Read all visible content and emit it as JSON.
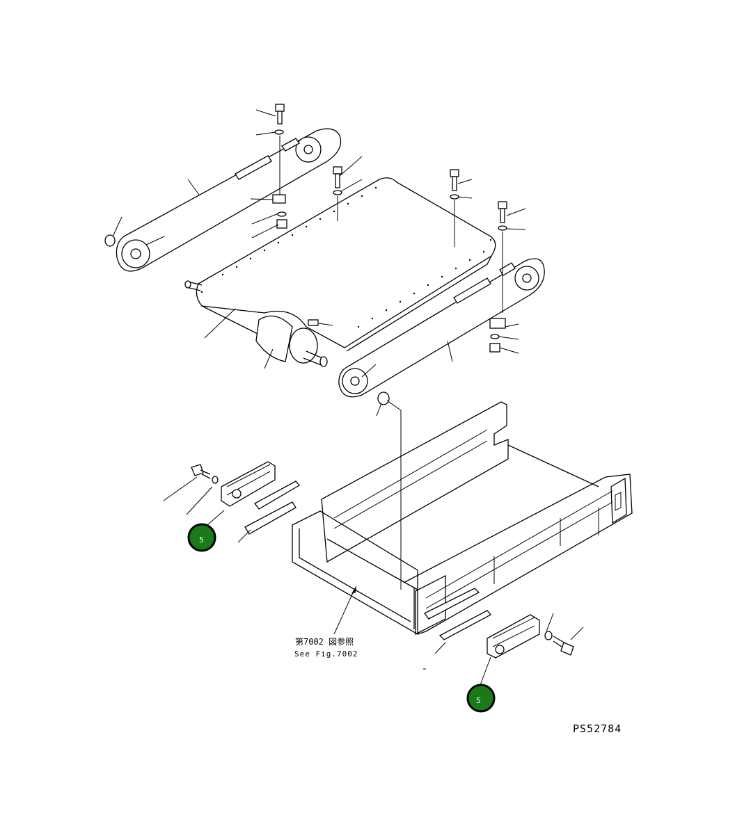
{
  "reference_note": {
    "line_jp": "第7002 図参照",
    "line_en": "See Fig.7002"
  },
  "drawing_number": "PS52784",
  "callouts": [
    {
      "label": "5",
      "target": "left side plate assembly"
    },
    {
      "label": "5",
      "target": "right side plate assembly"
    }
  ],
  "colors": {
    "line": "#000000",
    "callout_fill": "#1a7a1a",
    "callout_ring": "#000000",
    "callout_text": "#ffffff"
  }
}
